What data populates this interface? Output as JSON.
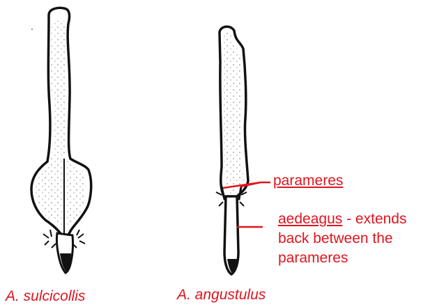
{
  "labels": {
    "left_species": "A. sulcicollis",
    "right_species": "A. angustulus",
    "parameres_term": "parameres",
    "aedeagus_term": "aedeagus",
    "aedeagus_rest_line1": " - extends",
    "aedeagus_rest_line2": "back between the",
    "aedeagus_rest_line3": "parameres"
  },
  "colors": {
    "annotation": "#e0141e",
    "ink": "#111111",
    "paper": "#ffffff"
  }
}
